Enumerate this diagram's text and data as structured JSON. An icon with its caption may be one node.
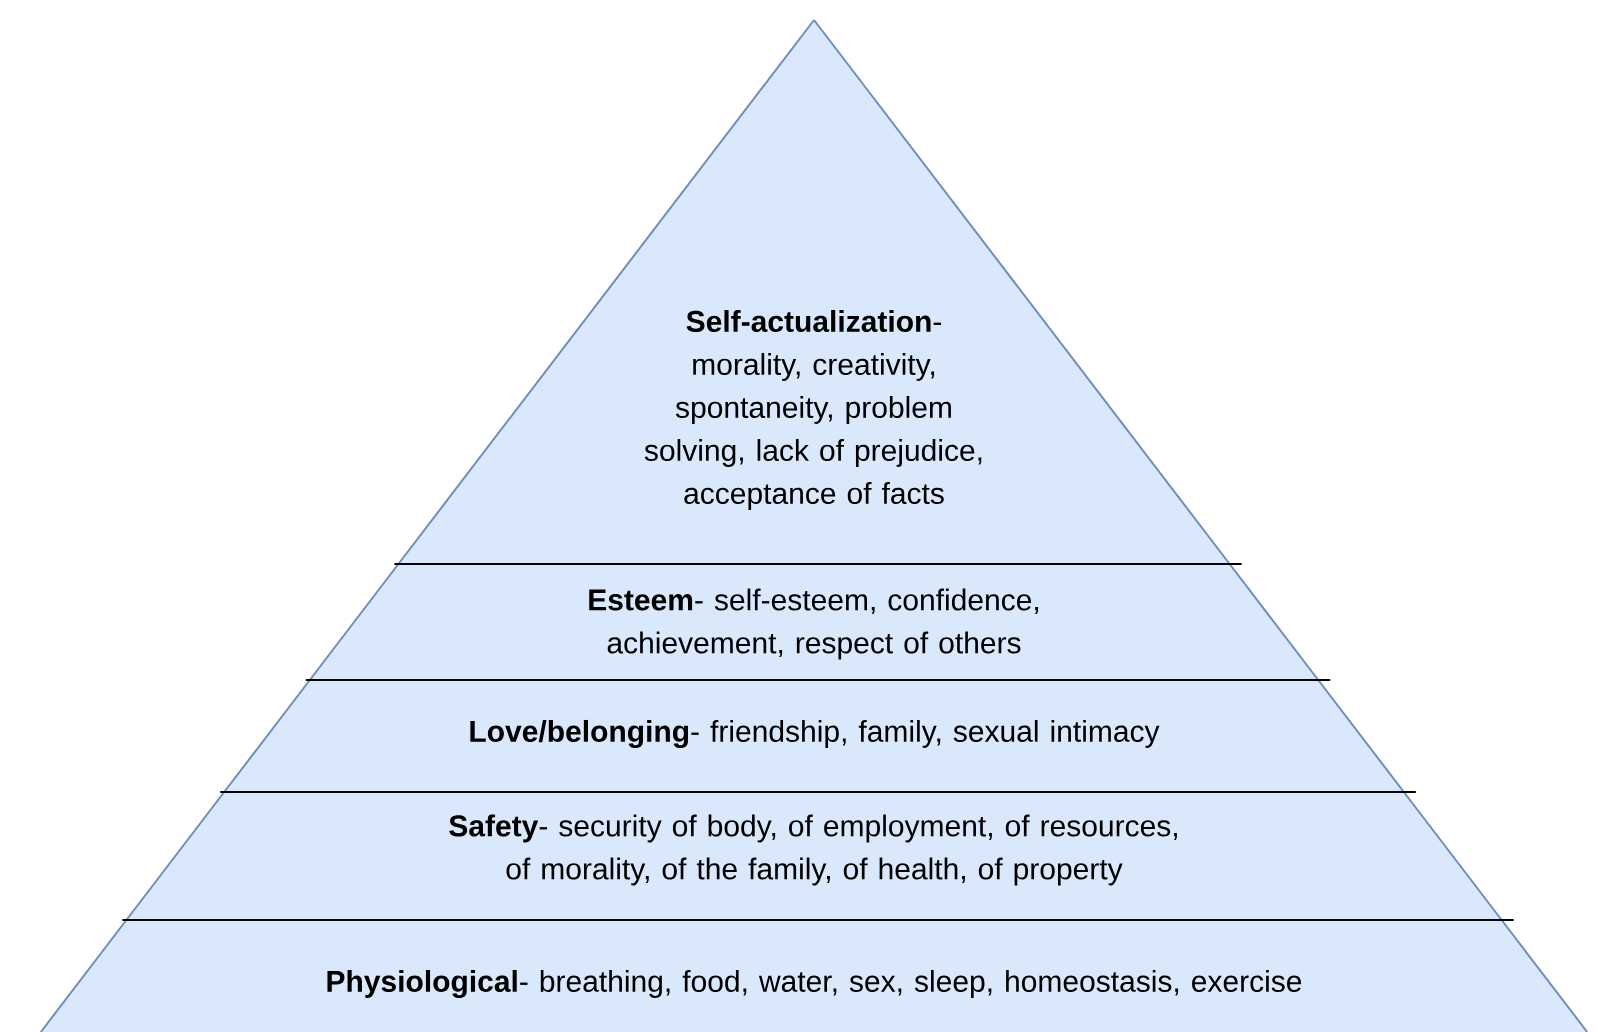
{
  "diagram": {
    "nodes": [
      {
        "text": [
          "**Self-actualization**- morality, creativity, spontaneity, problem solving, lack of prejudice, acceptance of facts"
        ]
      },
      {
        "text": [
          "**Esteem**- self-esteem, confidence, achievement, respect of others"
        ]
      },
      {
        "text": [
          "**Love/belonging**- friendship, family, sexual intimacy"
        ]
      },
      {
        "text": [
          "**Safety**- security of body, of employment, of resources, of morality, of the family, of health, of property"
        ]
      },
      {
        "text": [
          "**Physiological**- breathing, food, water, sex, sleep, homeostasis, exercise"
        ]
      }
    ]
  }
}
